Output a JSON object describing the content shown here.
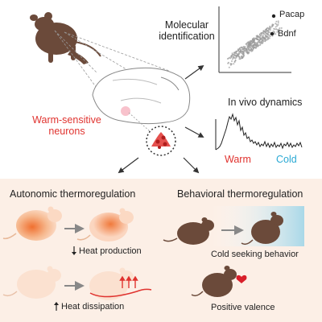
{
  "top": {
    "molecular_line1": "Molecular",
    "molecular_line2": "identification",
    "gene_a": "Pacap",
    "gene_b": "Bdnf",
    "in_vivo": "In vivo dynamics",
    "warm": "Warm",
    "cold": "Cold",
    "neurons_line1": "Warm-sensitive",
    "neurons_line2": "neurons"
  },
  "bottom": {
    "autonomic_title": "Autonomic thermoregulation",
    "behavioral_title": "Behavioral thermoregulation",
    "heat_production": "Heat production",
    "heat_dissipation": "Heat dissipation",
    "cold_seeking": "Cold seeking behavior",
    "positive_valence": "Positive valence"
  },
  "colors": {
    "mouse_brown": "#6b4a3a",
    "warm_red": "#e0332f",
    "cold_blue": "#2aa9d4",
    "panel_bg": "#fcefe6"
  }
}
